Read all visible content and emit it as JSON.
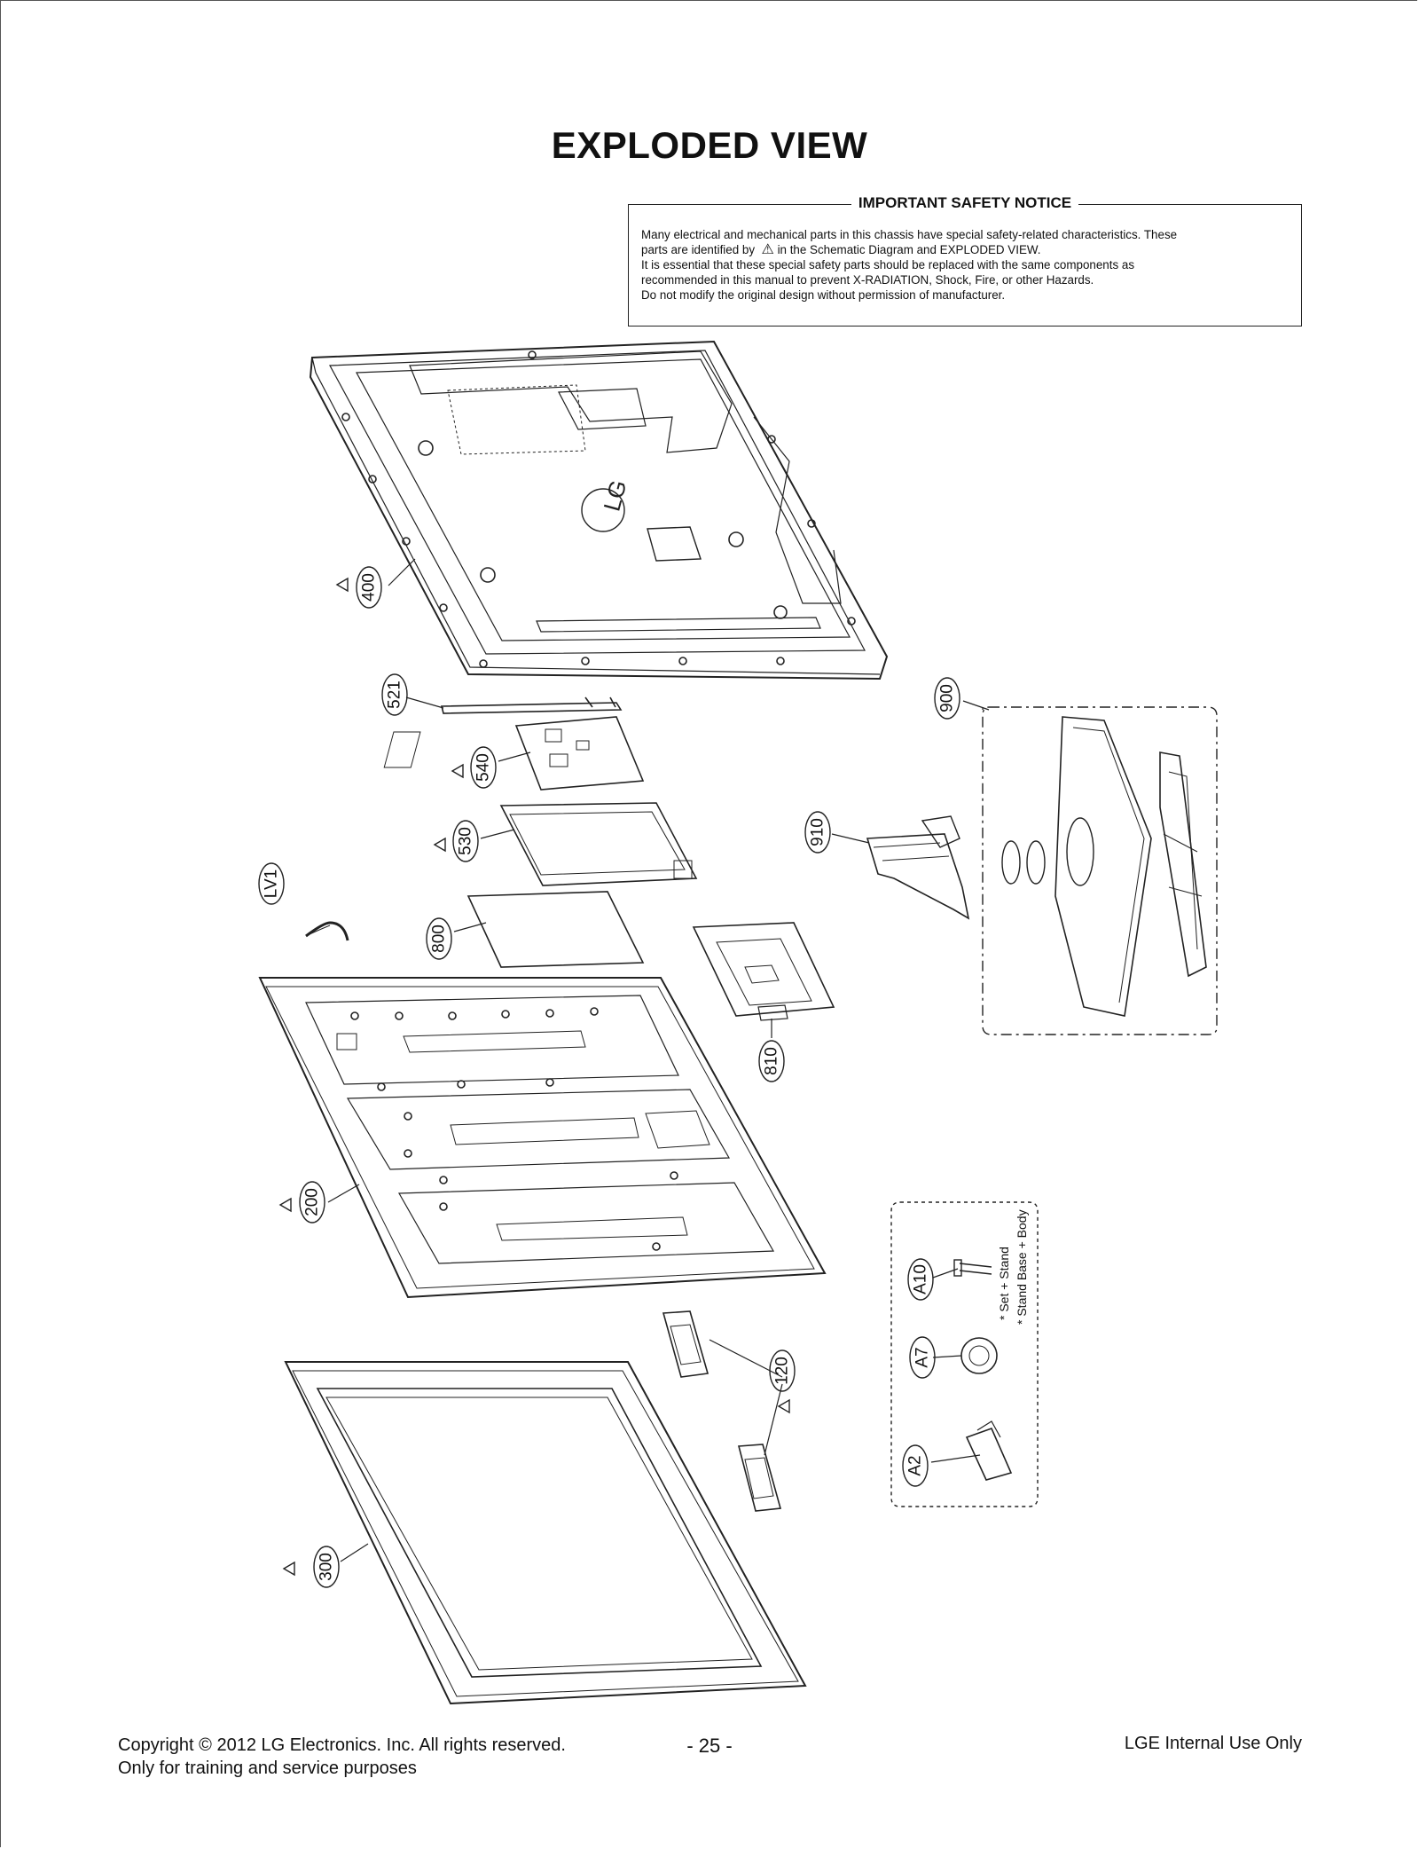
{
  "title": "EXPLODED VIEW",
  "notice": {
    "heading": "IMPORTANT SAFETY NOTICE",
    "line1": "Many electrical and mechanical parts in this chassis have special safety-related characteristics. These",
    "line2a": "parts are identified by",
    "line2b": "in the Schematic Diagram and EXPLODED VIEW.",
    "line3": "It is essential that these special safety parts should be replaced with the same components as",
    "line4": "recommended in this manual to prevent X-RADIATION, Shock, Fire, or other Hazards.",
    "line5": "Do not modify the original design without permission of manufacturer."
  },
  "callouts": {
    "c400": "400",
    "c521": "521",
    "c540": "540",
    "c530": "530",
    "c800": "800",
    "cLV1": "LV1",
    "c900": "900",
    "c910": "910",
    "c810": "810",
    "c200": "200",
    "c120": "120",
    "c300": "300",
    "cA10": "A10",
    "cA7": "A7",
    "cA2": "A2"
  },
  "accessory_note": {
    "line1": "* Set + Stand",
    "line2": "* Stand Base + Body"
  },
  "rear_cover_logo": "LG",
  "footer": {
    "copyright": "Copyright  © 2012  LG Electronics. Inc. All rights reserved.",
    "purpose": "Only for training and service purposes",
    "page": "- 25 -",
    "internal": "LGE Internal Use Only"
  }
}
